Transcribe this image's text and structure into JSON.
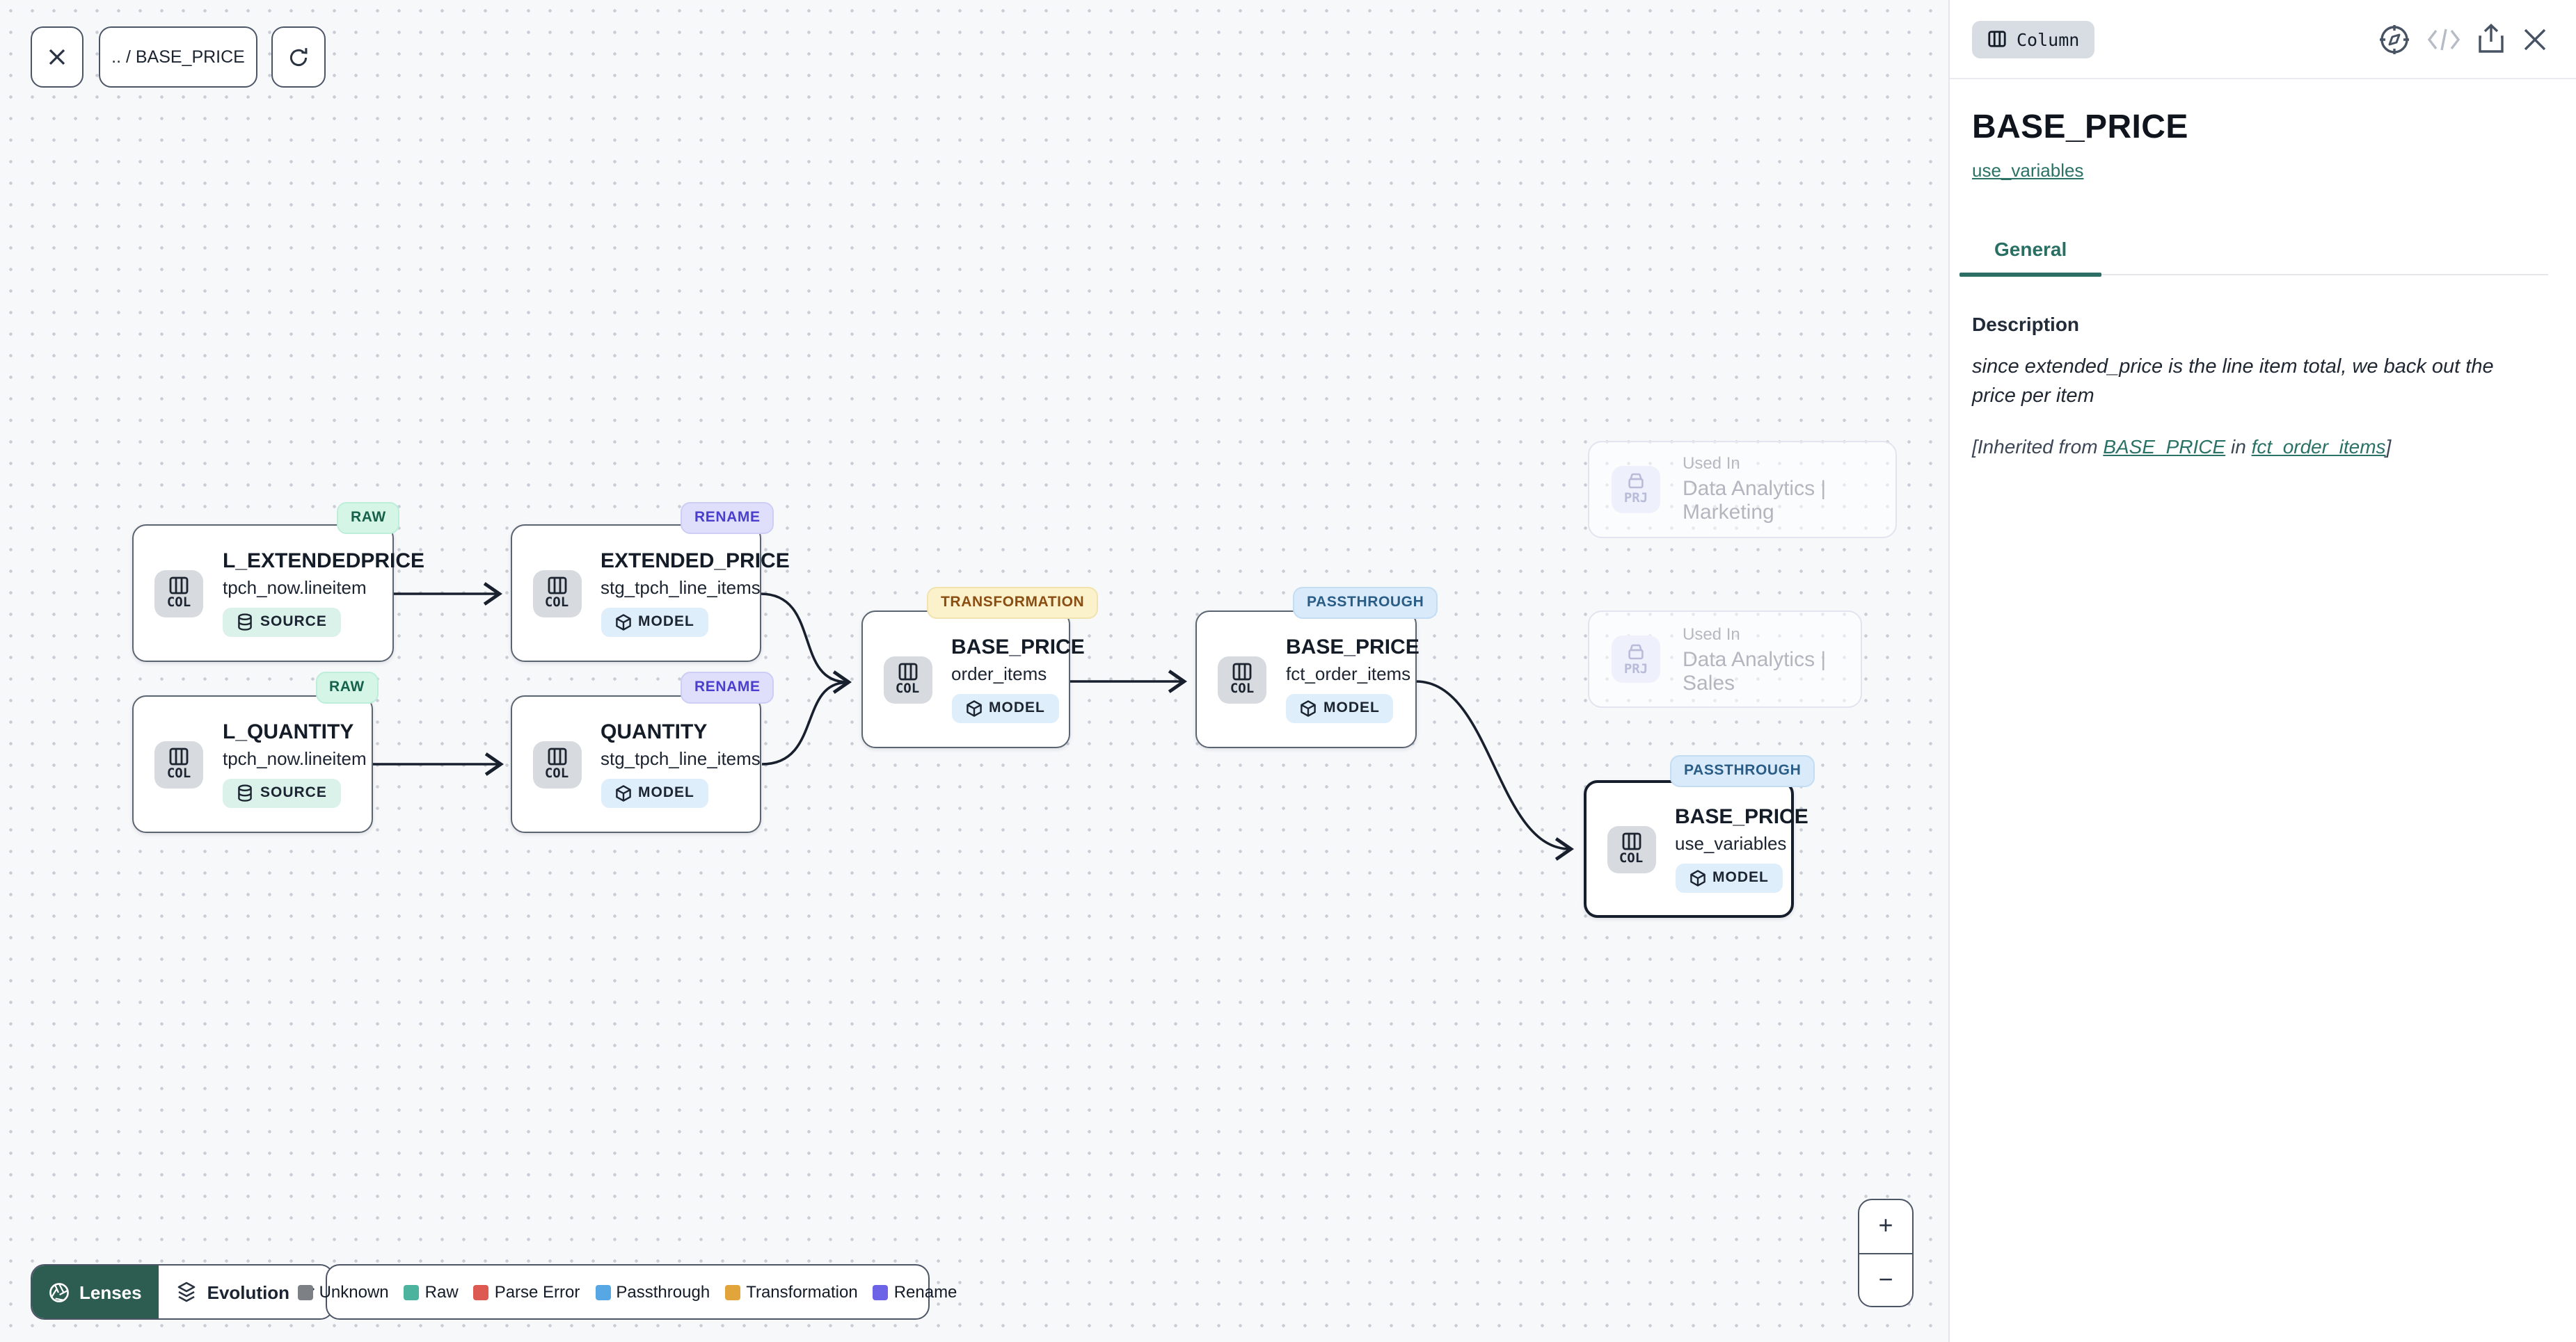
{
  "toolbar": {
    "breadcrumb": ".. / BASE_PRICE"
  },
  "graph": {
    "chip_label": "COL",
    "nodes": [
      {
        "badge": "RAW",
        "title": "L_EXTENDEDPRICE",
        "subtitle": "tpch_now.lineitem",
        "type": "SOURCE"
      },
      {
        "badge": "RENAME",
        "title": "EXTENDED_PRICE",
        "subtitle": "stg_tpch_line_items",
        "type": "MODEL"
      },
      {
        "badge": "RAW",
        "title": "L_QUANTITY",
        "subtitle": "tpch_now.lineitem",
        "type": "SOURCE"
      },
      {
        "badge": "RENAME",
        "title": "QUANTITY",
        "subtitle": "stg_tpch_line_items",
        "type": "MODEL"
      },
      {
        "badge": "TRANSFORMATION",
        "title": "BASE_PRICE",
        "subtitle": "order_items",
        "type": "MODEL"
      },
      {
        "badge": "PASSTHROUGH",
        "title": "BASE_PRICE",
        "subtitle": "fct_order_items",
        "type": "MODEL"
      },
      {
        "badge": "PASSTHROUGH",
        "title": "BASE_PRICE",
        "subtitle": "use_variables",
        "type": "MODEL",
        "selected": true
      }
    ],
    "used_in": [
      {
        "chip": "PRJ",
        "label": "Used In",
        "name": "Data Analytics | Marketing"
      },
      {
        "chip": "PRJ",
        "label": "Used In",
        "name": "Data Analytics | Sales"
      }
    ]
  },
  "lenses": {
    "button_label": "Lenses",
    "selected_lens": "Evolution"
  },
  "legend": [
    {
      "label": "Unknown",
      "color": "#7d8084"
    },
    {
      "label": "Raw",
      "color": "#4cb39e"
    },
    {
      "label": "Parse Error",
      "color": "#dd5a52"
    },
    {
      "label": "Passthrough",
      "color": "#57a7e4"
    },
    {
      "label": "Transformation",
      "color": "#e2a53b"
    },
    {
      "label": "Rename",
      "color": "#6c63e6"
    }
  ],
  "zoom_controls": {
    "zoom_in": "+",
    "zoom_out": "−"
  },
  "panel": {
    "type_badge": "Column",
    "title": "BASE_PRICE",
    "model_link": "use_variables",
    "tab_general": "General",
    "description_heading": "Description",
    "description": "since extended_price is the line item total, we back out the price per item",
    "inherited_prefix": "[Inherited from ",
    "inherited_column_link": "BASE_PRICE",
    "inherited_middle": " in ",
    "inherited_model_link": "fct_order_items",
    "inherited_suffix": "]"
  }
}
